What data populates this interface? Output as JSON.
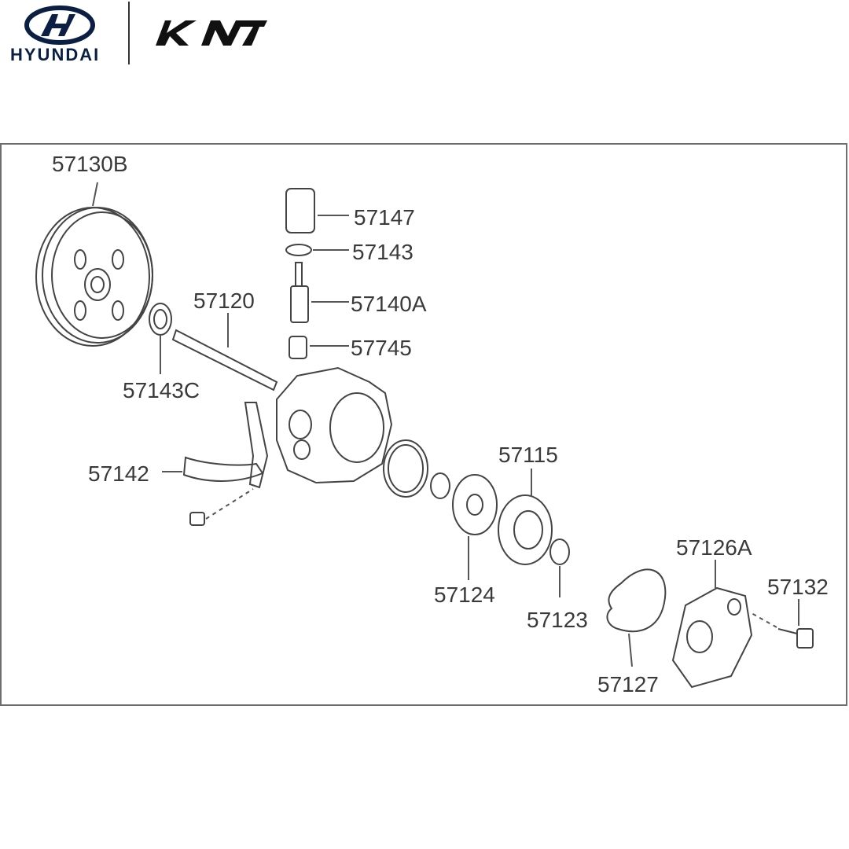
{
  "brands": {
    "hyundai_logo": "HYUNDAI",
    "kia_logo": "KIA"
  },
  "diagram": {
    "callouts": {
      "c57130B": "57130B",
      "c57147": "57147",
      "c57143": "57143",
      "c57140A": "57140A",
      "c57120": "57120",
      "c57745": "57745",
      "c57143C": "57143C",
      "c57142": "57142",
      "c57115": "57115",
      "c57124": "57124",
      "c57123": "57123",
      "c57126A": "57126A",
      "c57132": "57132",
      "c57127": "57127"
    }
  }
}
